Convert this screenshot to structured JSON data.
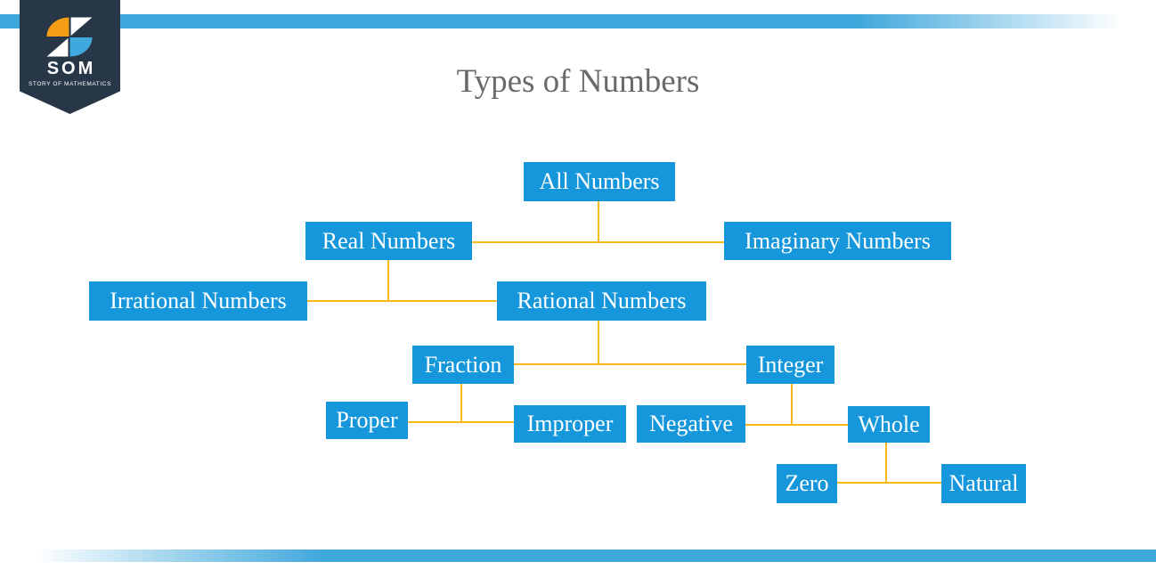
{
  "logo": {
    "brand": "SOM",
    "tagline": "STORY OF MATHEMATICS"
  },
  "title": "Types of Numbers",
  "colors": {
    "node_fill": "#1697DC",
    "connector": "#FBB918",
    "ribbon_blue": "#3EA7DB",
    "banner_navy": "#273747",
    "logo_orange": "#F49D15",
    "logo_blue": "#3FA8DC",
    "title_gray": "#6A6A6A"
  },
  "diagram": {
    "type": "tree",
    "nodes": [
      {
        "id": "all-numbers",
        "label": "All Numbers",
        "parent": null
      },
      {
        "id": "real-numbers",
        "label": "Real Numbers",
        "parent": "all-numbers"
      },
      {
        "id": "imaginary-numbers",
        "label": "Imaginary Numbers",
        "parent": "all-numbers"
      },
      {
        "id": "irrational-numbers",
        "label": "Irrational Numbers",
        "parent": "real-numbers"
      },
      {
        "id": "rational-numbers",
        "label": "Rational Numbers",
        "parent": "real-numbers"
      },
      {
        "id": "fraction",
        "label": "Fraction",
        "parent": "rational-numbers"
      },
      {
        "id": "integer",
        "label": "Integer",
        "parent": "rational-numbers"
      },
      {
        "id": "proper",
        "label": "Proper",
        "parent": "fraction"
      },
      {
        "id": "improper",
        "label": "Improper",
        "parent": "fraction"
      },
      {
        "id": "negative",
        "label": "Negative",
        "parent": "integer"
      },
      {
        "id": "whole",
        "label": "Whole",
        "parent": "integer"
      },
      {
        "id": "zero",
        "label": "Zero",
        "parent": "whole"
      },
      {
        "id": "natural",
        "label": "Natural",
        "parent": "whole"
      }
    ]
  }
}
